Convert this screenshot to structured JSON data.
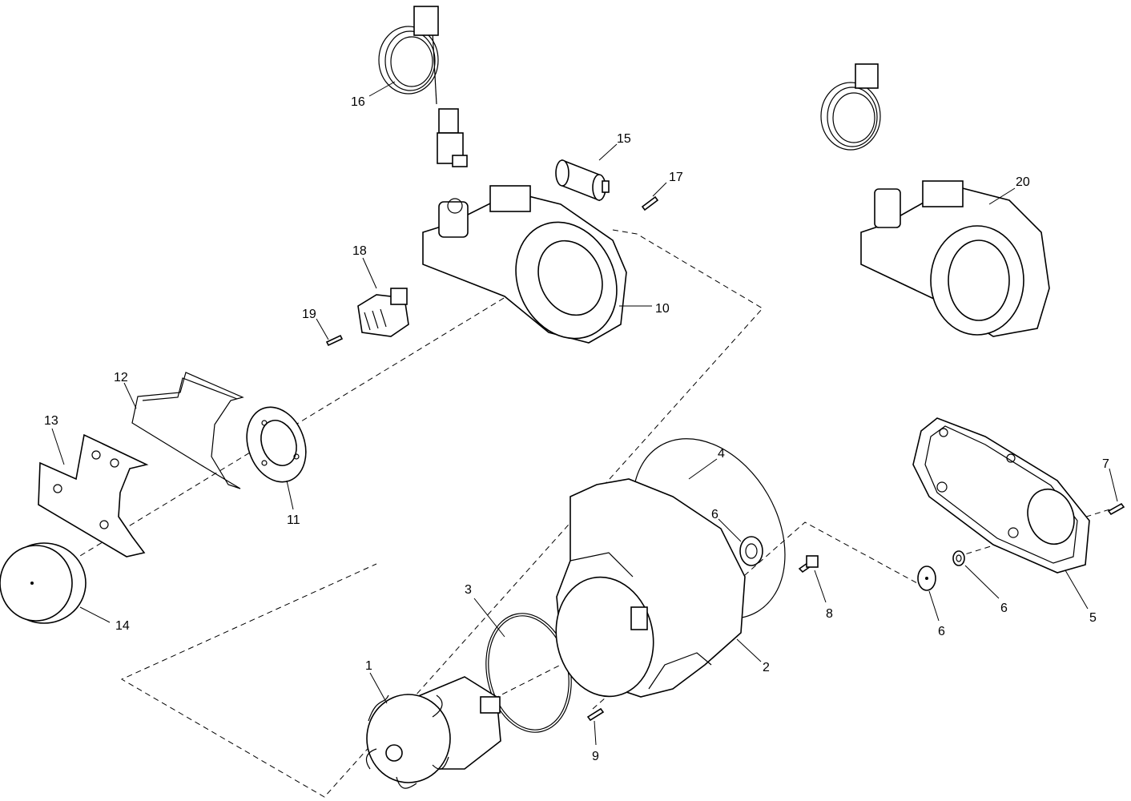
{
  "labels": {
    "p1": "1",
    "p2": "2",
    "p3": "3",
    "p4": "4",
    "p5": "5",
    "p6a": "6",
    "p6b": "6",
    "p6c": "6",
    "p7": "7",
    "p8": "8",
    "p9": "9",
    "p10": "10",
    "p11": "11",
    "p12": "12",
    "p13": "13",
    "p14": "14",
    "p15": "15",
    "p16": "16",
    "p17": "17",
    "p18": "18",
    "p19": "19",
    "p20": "20"
  }
}
